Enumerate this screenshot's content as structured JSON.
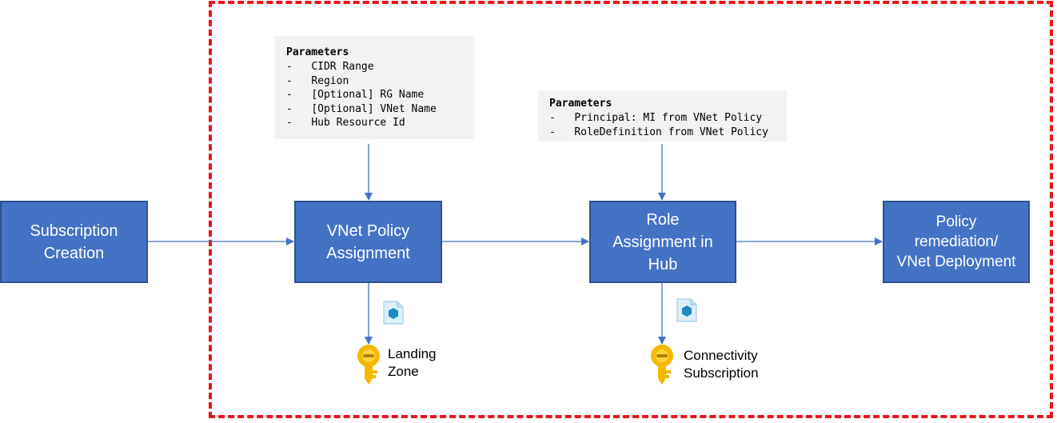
{
  "boxes": {
    "subscription": {
      "line1": "Subscription",
      "line2": "Creation"
    },
    "vnet_policy": {
      "line1": "VNet Policy",
      "line2": "Assignment"
    },
    "role_assignment": {
      "line1": "Role",
      "line2": "Assignment in",
      "line3": "Hub"
    },
    "remediation": {
      "line1": "Policy",
      "line2": "remediation/",
      "line3": "VNet Deployment"
    }
  },
  "params_vnet": {
    "title": "Parameters",
    "items": [
      "CIDR Range",
      "Region",
      "[Optional] RG Name",
      "[Optional] VNet Name",
      "Hub Resource Id"
    ]
  },
  "params_role": {
    "title": "Parameters",
    "items": [
      "Principal: MI from VNet Policy",
      "RoleDefinition from VNet Policy"
    ]
  },
  "captions": {
    "landing_zone": {
      "line1": "Landing",
      "line2": "Zone"
    },
    "connectivity": {
      "line1": "Connectivity",
      "line2": "Subscription"
    }
  },
  "icons": {
    "managed_identity": "policy-document-cube-icon",
    "key": "key-icon"
  },
  "colors": {
    "box_fill": "#4472c4",
    "box_border": "#2f528f",
    "arrow": "#4472c4",
    "dashed_frame": "#e8141c",
    "param_bg": "#f2f2f2",
    "key_gold": "#f5b800"
  }
}
